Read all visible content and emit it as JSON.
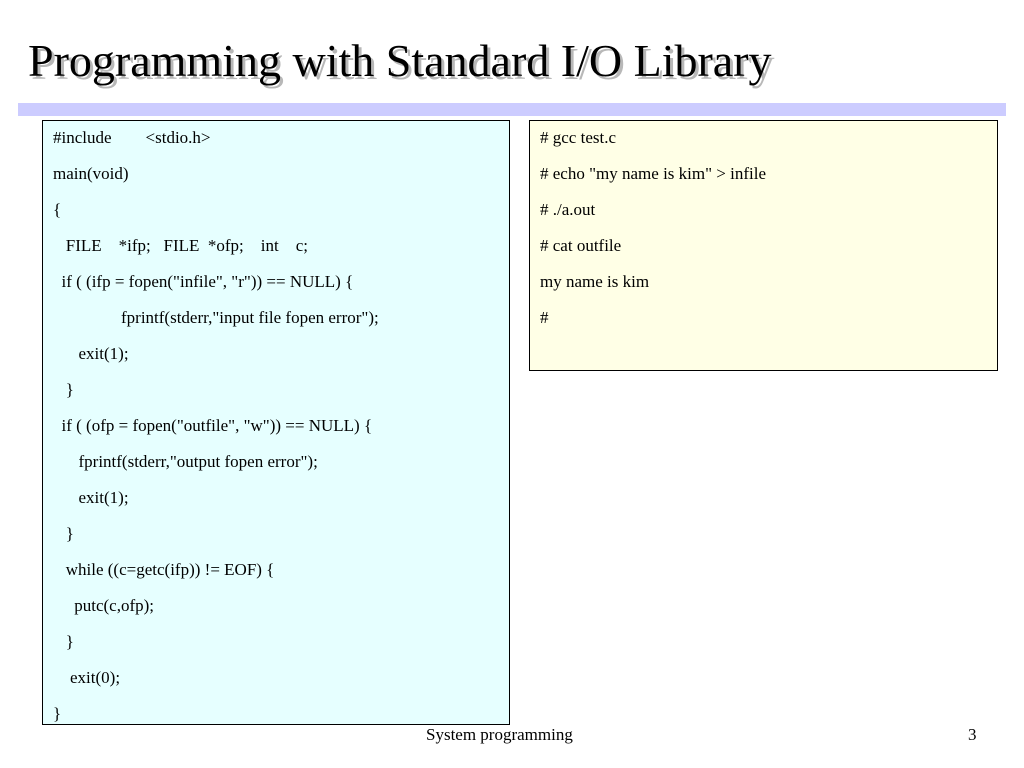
{
  "slide": {
    "title": "Programming with Standard I/O Library",
    "footer_text": "System programming",
    "page_number": "3"
  },
  "code_box": {
    "lines": [
      "#include        <stdio.h>",
      "main(void)",
      "{",
      "   FILE    *ifp;   FILE  *ofp;    int    c;",
      "  if ( (ifp = fopen(\"infile\", \"r\")) == NULL) {",
      "                fprintf(stderr,\"input file fopen error\");",
      "      exit(1);",
      "   }",
      "  if ( (ofp = fopen(\"outfile\", \"w\")) == NULL) {",
      "      fprintf(stderr,\"output fopen error\");",
      "      exit(1);",
      "   }",
      "   while ((c=getc(ifp)) != EOF) {",
      "     putc(c,ofp);",
      "   }",
      "    exit(0);",
      "}"
    ]
  },
  "shell_box": {
    "lines": [
      "# gcc test.c",
      "# echo \"my name is kim\" > infile",
      "# ./a.out",
      "# cat outfile",
      "my name is kim",
      "#"
    ]
  }
}
